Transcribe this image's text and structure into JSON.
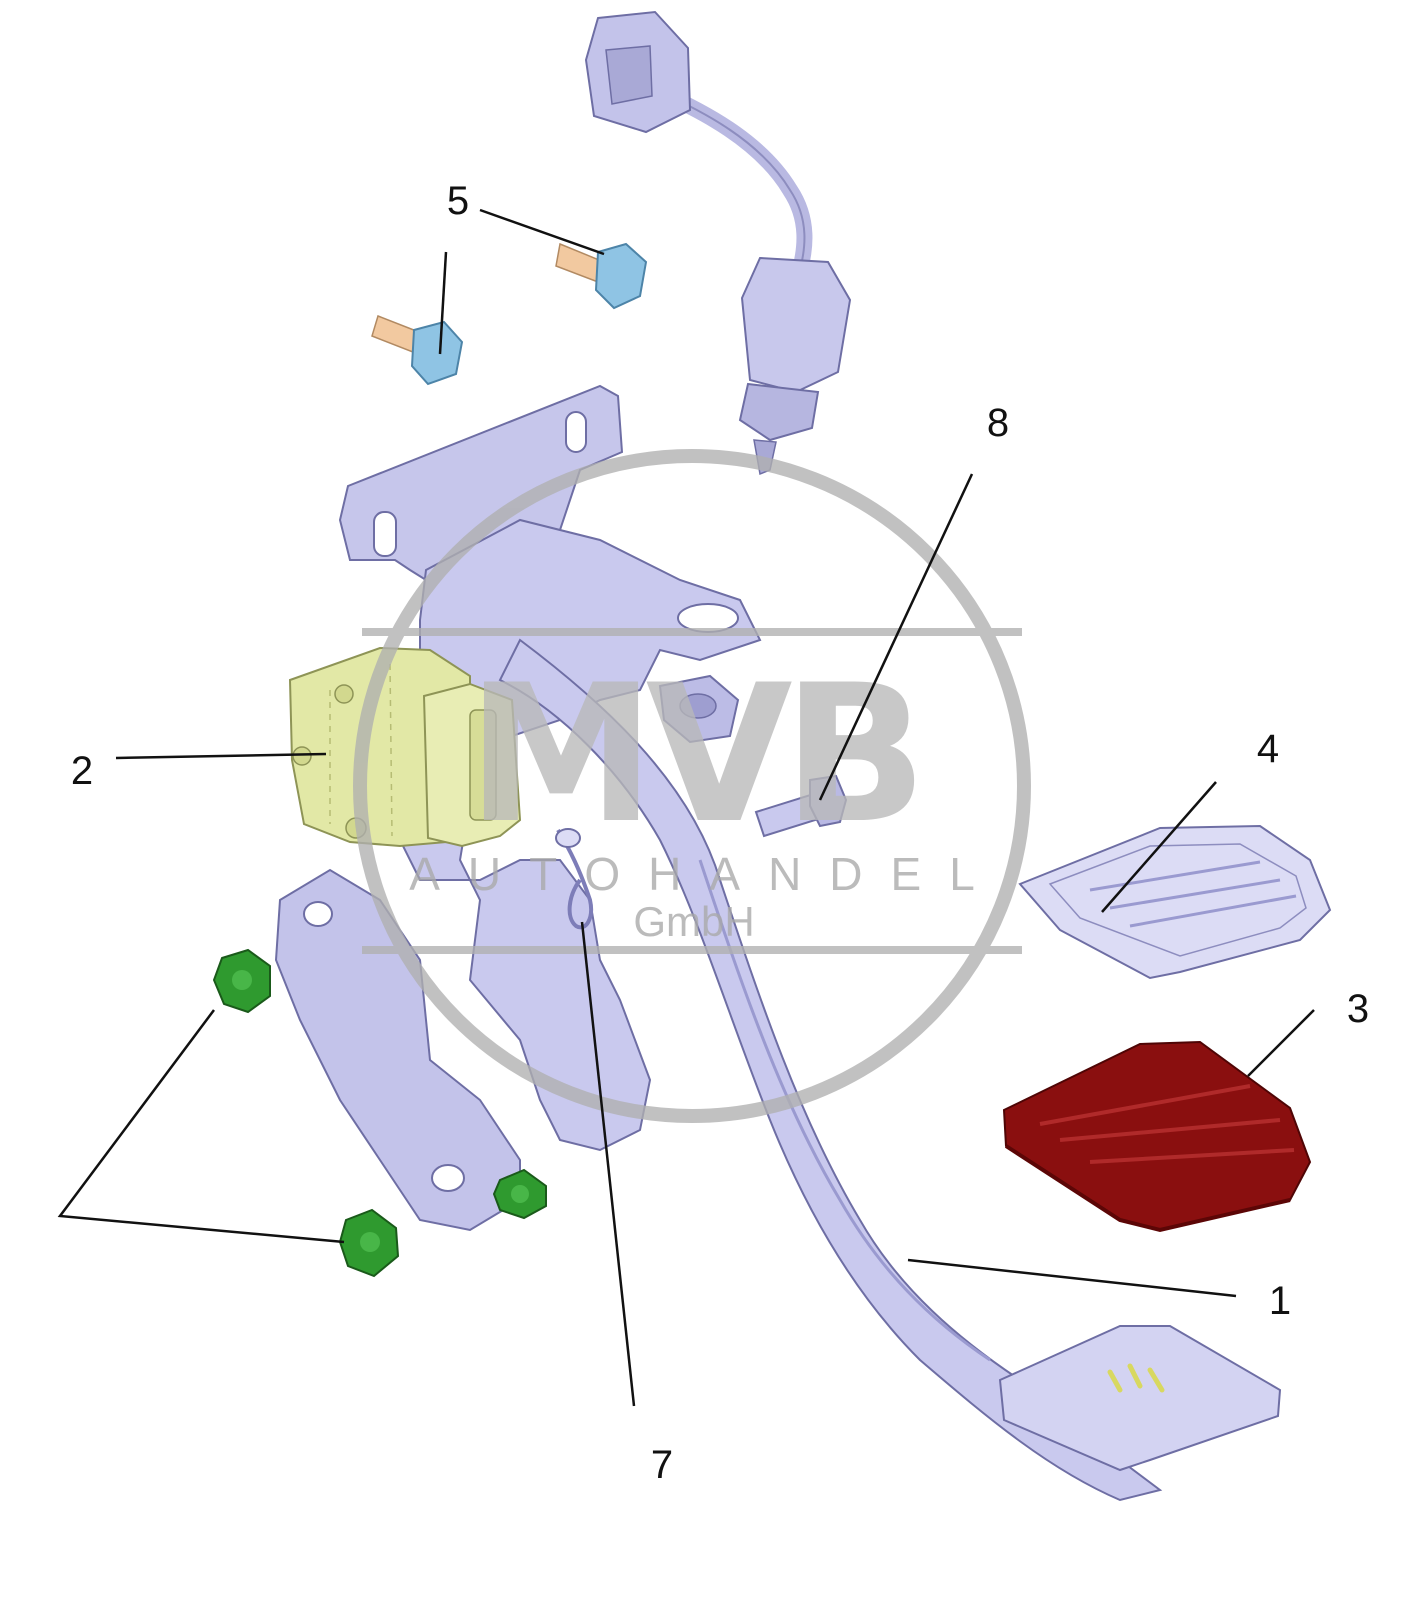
{
  "diagram": {
    "callouts": [
      {
        "id": "1",
        "label": "1"
      },
      {
        "id": "2",
        "label": "2"
      },
      {
        "id": "3",
        "label": "3"
      },
      {
        "id": "4",
        "label": "4"
      },
      {
        "id": "5",
        "label": "5"
      },
      {
        "id": "7",
        "label": "7"
      },
      {
        "id": "8",
        "label": "8"
      }
    ],
    "watermark": {
      "logo": "MVB",
      "line1": "AUTOHANDEL",
      "line2": "GmbH"
    },
    "colors": {
      "bracket": "#c3c3ea",
      "bracket_dark": "#8d8dbf",
      "module": "#e2e8a6",
      "bolt_head": "#8fc4e4",
      "bolt_shank": "#f2c9a0",
      "nut": "#2f9a2f",
      "pedal_pad": "#8a0f0f",
      "watermark": "#b0b0b0",
      "leader": "#111111"
    }
  }
}
